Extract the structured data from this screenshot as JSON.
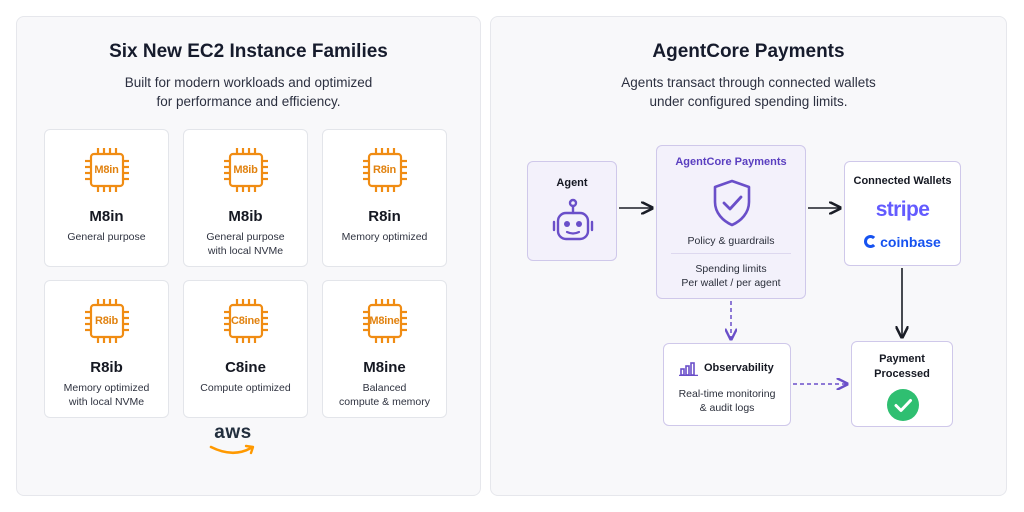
{
  "left": {
    "title": "Six New EC2 Instance Families",
    "subtitle": [
      "Built for modern workloads and optimized",
      "for performance and efficiency."
    ],
    "instances": [
      {
        "chip": "M8in",
        "name": "M8in",
        "desc": [
          "General purpose"
        ]
      },
      {
        "chip": "M8ib",
        "name": "M8ib",
        "desc": [
          "General purpose",
          "with local NVMe"
        ]
      },
      {
        "chip": "R8in",
        "name": "R8in",
        "desc": [
          "Memory optimized"
        ]
      },
      {
        "chip": "R8ib",
        "name": "R8ib",
        "desc": [
          "Memory optimized",
          "with local NVMe"
        ]
      },
      {
        "chip": "C8ine",
        "name": "C8ine",
        "desc": [
          "Compute optimized"
        ]
      },
      {
        "chip": "M8ine",
        "name": "M8ine",
        "desc": [
          "Balanced",
          "compute & memory"
        ]
      }
    ],
    "logo": "aws"
  },
  "right": {
    "title": "AgentCore Payments",
    "subtitle": [
      "Agents transact through connected wallets",
      "under configured spending limits."
    ],
    "agent": {
      "label": "Agent",
      "icon": "robot-icon"
    },
    "payments": {
      "title": "AgentCore Payments",
      "icon": "shield-check-icon",
      "policy": "Policy & guardrails",
      "limits": [
        "Spending limits",
        "Per wallet / per agent"
      ]
    },
    "wallets": {
      "title": "Connected Wallets",
      "providers": [
        "stripe",
        "coinbase"
      ]
    },
    "observability": {
      "title": "Observability",
      "icon": "bar-chart-icon",
      "desc": [
        "Real-time monitoring",
        "& audit logs"
      ]
    },
    "processed": {
      "title": [
        "Payment",
        "Processed"
      ],
      "icon": "check-circle-icon"
    }
  },
  "colors": {
    "chip": "#f08c13",
    "accent": "#6a4fc9",
    "stripe": "#635bff",
    "coinbase": "#1652f0",
    "success": "#2fbf71"
  }
}
